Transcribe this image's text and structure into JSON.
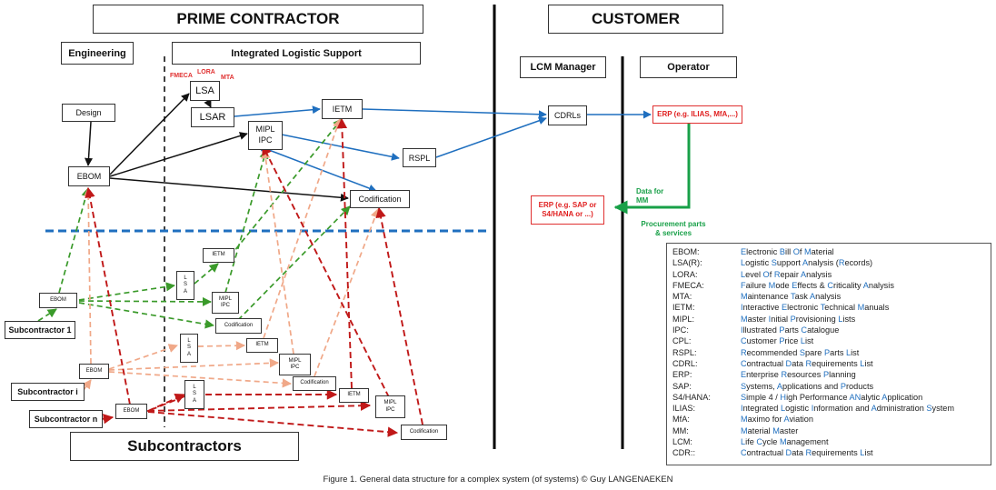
{
  "headers": {
    "prime_contractor": "PRIME CONTRACTOR",
    "customer": "CUSTOMER",
    "engineering": "Engineering",
    "ils": "Integrated Logistic Support",
    "lcm_manager": "LCM Manager",
    "operator": "Operator",
    "subcontractors": "Subcontractors"
  },
  "analysis_labels": {
    "fmeca": "FMECA",
    "lora": "LORA",
    "mta": "MTA"
  },
  "prime_nodes": {
    "design": "Design",
    "ebom": "EBOM",
    "lsa": "LSA",
    "lsar": "LSAR",
    "ietm": "IETM",
    "mipl": "MIPL",
    "ipc": "IPC",
    "rspl": "RSPL",
    "codification": "Codification"
  },
  "customer_nodes": {
    "cdrls": "CDRLs",
    "erp_operator": "ERP (e.g. ILIAS, MfA,...)",
    "erp_lcm_line1": "ERP (e.g. SAP or",
    "erp_lcm_line2": "S4/HANA or ...)",
    "data_for_mm_line1": "Data for",
    "data_for_mm_line2": "MM",
    "procurement_line1": "Procurement parts",
    "procurement_line2": "& services"
  },
  "subcontractor_nodes": {
    "sub1": "Subcontractor 1",
    "subi": "Subcontractor i",
    "subn": "Subcontractor n",
    "ebom": "EBOM",
    "lsa_vertical": "L\nS\nA",
    "ietm": "IETM",
    "mipl": "MIPL",
    "ipc": "IPC",
    "codification": "Codification"
  },
  "colors": {
    "sub1": "#3a9a2a",
    "subi": "#f0a888",
    "subn": "#c01818",
    "blue": "#1f6fbf",
    "green": "#18a048",
    "red_text": "#e03030"
  },
  "legend": [
    {
      "abbr": "EBOM:",
      "parts": [
        [
          "E",
          "lectronic "
        ],
        [
          "B",
          "ill "
        ],
        [
          "O",
          "f "
        ],
        [
          "M",
          "aterial"
        ]
      ]
    },
    {
      "abbr": "LSA(R):",
      "parts": [
        [
          "L",
          "ogistic "
        ],
        [
          "S",
          "upport "
        ],
        [
          "A",
          "nalysis ("
        ],
        [
          "R",
          "ecords)"
        ]
      ]
    },
    {
      "abbr": "LORA:",
      "parts": [
        [
          "L",
          "evel "
        ],
        [
          "O",
          "f "
        ],
        [
          "R",
          "epair "
        ],
        [
          "A",
          "nalysis"
        ]
      ]
    },
    {
      "abbr": "FMECA:",
      "parts": [
        [
          "F",
          "ailure "
        ],
        [
          "M",
          "ode "
        ],
        [
          "E",
          "ffects & "
        ],
        [
          "C",
          "riticality "
        ],
        [
          "A",
          "nalysis"
        ]
      ]
    },
    {
      "abbr": "MTA:",
      "parts": [
        [
          "M",
          "aintenance "
        ],
        [
          "T",
          "ask "
        ],
        [
          "A",
          "nalysis"
        ]
      ]
    },
    {
      "abbr": "IETM:",
      "parts": [
        [
          "I",
          "nteractive "
        ],
        [
          "E",
          "lectronic "
        ],
        [
          "T",
          "echnical "
        ],
        [
          "M",
          "anuals"
        ]
      ]
    },
    {
      "abbr": "MIPL:",
      "parts": [
        [
          "M",
          "aster "
        ],
        [
          "I",
          "nitial "
        ],
        [
          "P",
          "rovisioning "
        ],
        [
          "L",
          "ists"
        ]
      ]
    },
    {
      "abbr": "IPC:",
      "parts": [
        [
          "I",
          "llustrated "
        ],
        [
          "P",
          "arts "
        ],
        [
          "C",
          "atalogue"
        ]
      ]
    },
    {
      "abbr": "CPL:",
      "parts": [
        [
          "C",
          "ustomer "
        ],
        [
          "P",
          "rice "
        ],
        [
          "L",
          "ist"
        ]
      ]
    },
    {
      "abbr": "RSPL:",
      "parts": [
        [
          "R",
          "ecommended "
        ],
        [
          "S",
          "pare "
        ],
        [
          "P",
          "arts "
        ],
        [
          "L",
          "ist"
        ]
      ]
    },
    {
      "abbr": "CDRL:",
      "parts": [
        [
          "C",
          "ontractual "
        ],
        [
          "D",
          "ata "
        ],
        [
          "R",
          "equirements "
        ],
        [
          "L",
          "ist"
        ]
      ]
    },
    {
      "abbr": "ERP:",
      "parts": [
        [
          "E",
          "nterprise "
        ],
        [
          "R",
          "esources "
        ],
        [
          "P",
          "lanning"
        ]
      ]
    },
    {
      "abbr": "SAP:",
      "parts": [
        [
          "S",
          "ystems, "
        ],
        [
          "A",
          "pplications and "
        ],
        [
          "P",
          "roducts"
        ]
      ]
    },
    {
      "abbr": "S4/HANA:",
      "parts": [
        [
          "S",
          "imple 4 / "
        ],
        [
          "H",
          "igh Performance "
        ],
        [
          "AN",
          "alytic "
        ],
        [
          "A",
          "pplication"
        ]
      ]
    },
    {
      "abbr": "ILIAS:",
      "parts": [
        [
          "I",
          "ntegrated "
        ],
        [
          "L",
          "ogistic "
        ],
        [
          "I",
          "nformation and "
        ],
        [
          "A",
          "dministration "
        ],
        [
          "S",
          "ystem"
        ]
      ]
    },
    {
      "abbr": "MfA:",
      "parts": [
        [
          "M",
          "aximo for "
        ],
        [
          "A",
          "viation"
        ]
      ]
    },
    {
      "abbr": "MM:",
      "parts": [
        [
          "M",
          "aterial "
        ],
        [
          "M",
          "aster"
        ]
      ]
    },
    {
      "abbr": "LCM:",
      "parts": [
        [
          "L",
          "ife "
        ],
        [
          "C",
          "ycle "
        ],
        [
          "M",
          "anagement"
        ]
      ]
    },
    {
      "abbr": "CDR::",
      "parts": [
        [
          "C",
          "ontractual "
        ],
        [
          "D",
          "ata "
        ],
        [
          "R",
          "equirements "
        ],
        [
          "L",
          "ist"
        ]
      ]
    }
  ],
  "caption": "Figure 1. General data structure for a complex system (of systems) © Guy LANGENAEKEN"
}
